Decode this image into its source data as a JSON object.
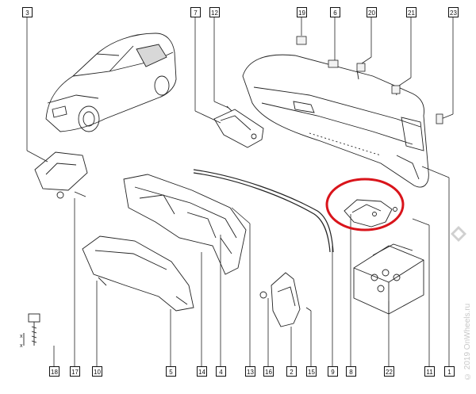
{
  "callouts": {
    "top": [
      "3",
      "7",
      "12",
      "19",
      "6",
      "20",
      "21",
      "23"
    ],
    "bottom": [
      "18",
      "17",
      "10",
      "5",
      "14",
      "4",
      "13",
      "16",
      "2",
      "15",
      "9",
      "8",
      "22",
      "11",
      "1"
    ]
  },
  "watermark": "© 2019 OnWheels.ru",
  "colors": {
    "line": "#222222",
    "highlight": "#d9141b",
    "watermark": "#c8c8c8"
  }
}
